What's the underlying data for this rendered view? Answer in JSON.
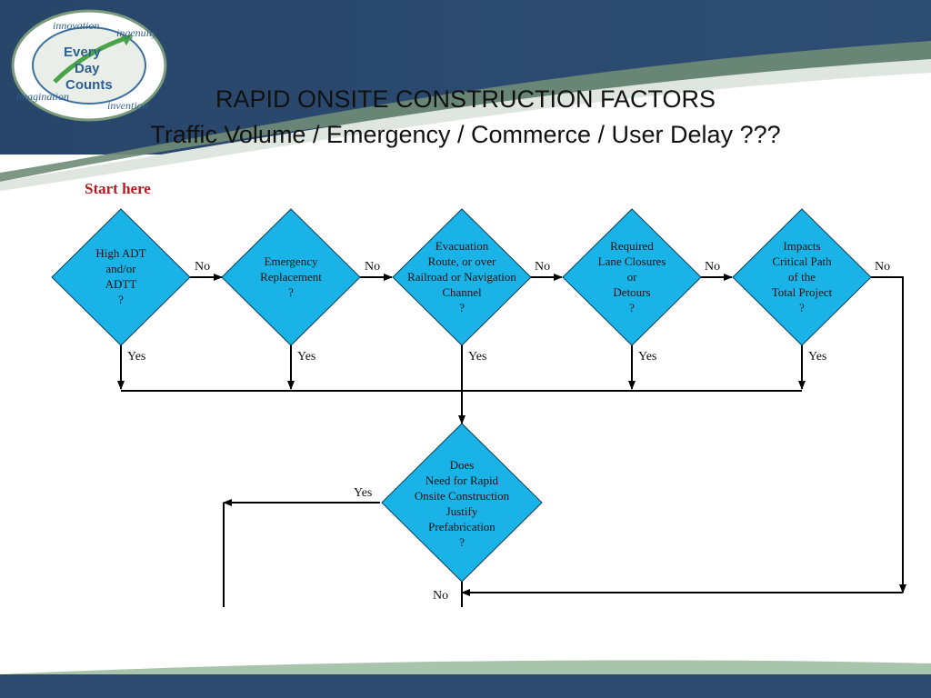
{
  "slide": {
    "title_line1": "RAPID ONSITE CONSTRUCTION FACTORS",
    "title_line2": "Traffic Volume / Emergency / Commerce / User Delay ???"
  },
  "logo": {
    "center_words": [
      "Every",
      "Day",
      "Counts"
    ],
    "ring_words": [
      "innovation",
      "ingenuity",
      "invention",
      "imagination"
    ]
  },
  "flowchart": {
    "start_label": "Start here",
    "decisions": [
      {
        "lines": [
          "High ADT",
          "and/or",
          "ADTT",
          "?"
        ]
      },
      {
        "lines": [
          "Emergency",
          "Replacement",
          "?"
        ]
      },
      {
        "lines": [
          "Evacuation",
          "Route, or over",
          "Railroad or Navigation",
          "Channel",
          "?"
        ]
      },
      {
        "lines": [
          "Required",
          "Lane Closures",
          "or",
          "Detours",
          "?"
        ]
      },
      {
        "lines": [
          "Impacts",
          "Critical Path",
          "of the",
          "Total Project",
          "?"
        ]
      }
    ],
    "final_decision": {
      "lines": [
        "Does",
        "Need for Rapid",
        "Onsite Construction",
        "Justify",
        "Prefabrication",
        "?"
      ]
    },
    "edge_labels": {
      "no": "No",
      "yes": "Yes"
    },
    "colors": {
      "diamond_fill": "#1ab3e8",
      "start_text": "#b01d22",
      "header_band": "#2c4a6e"
    }
  }
}
